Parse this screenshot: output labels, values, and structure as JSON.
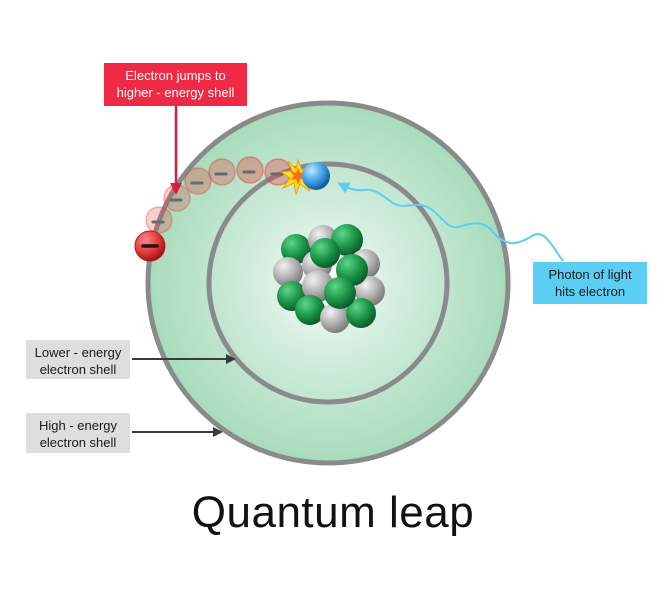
{
  "title": "Quantum leap",
  "labels": {
    "jump": {
      "line1": "Electron jumps to",
      "line2": "higher - energy shell"
    },
    "photon": {
      "line1": "Photon of light",
      "line2": "hits electron"
    },
    "lower_shell": {
      "line1": "Lower - energy",
      "line2": "electron shell"
    },
    "high_shell": {
      "line1": "High - energy",
      "line2": "electron shell"
    }
  },
  "symbols": {
    "electron_charge": "−"
  },
  "colors": {
    "jump_label": "#ee2a45",
    "photon_label": "#5ccef4",
    "shell_label": "#dedede",
    "shell_ring": "#8a8a8a",
    "proton": "#1e9a4a",
    "neutron": "#b4b4b4",
    "electron_high": "#e53a3a",
    "electron_low": "#3a9ee8"
  }
}
